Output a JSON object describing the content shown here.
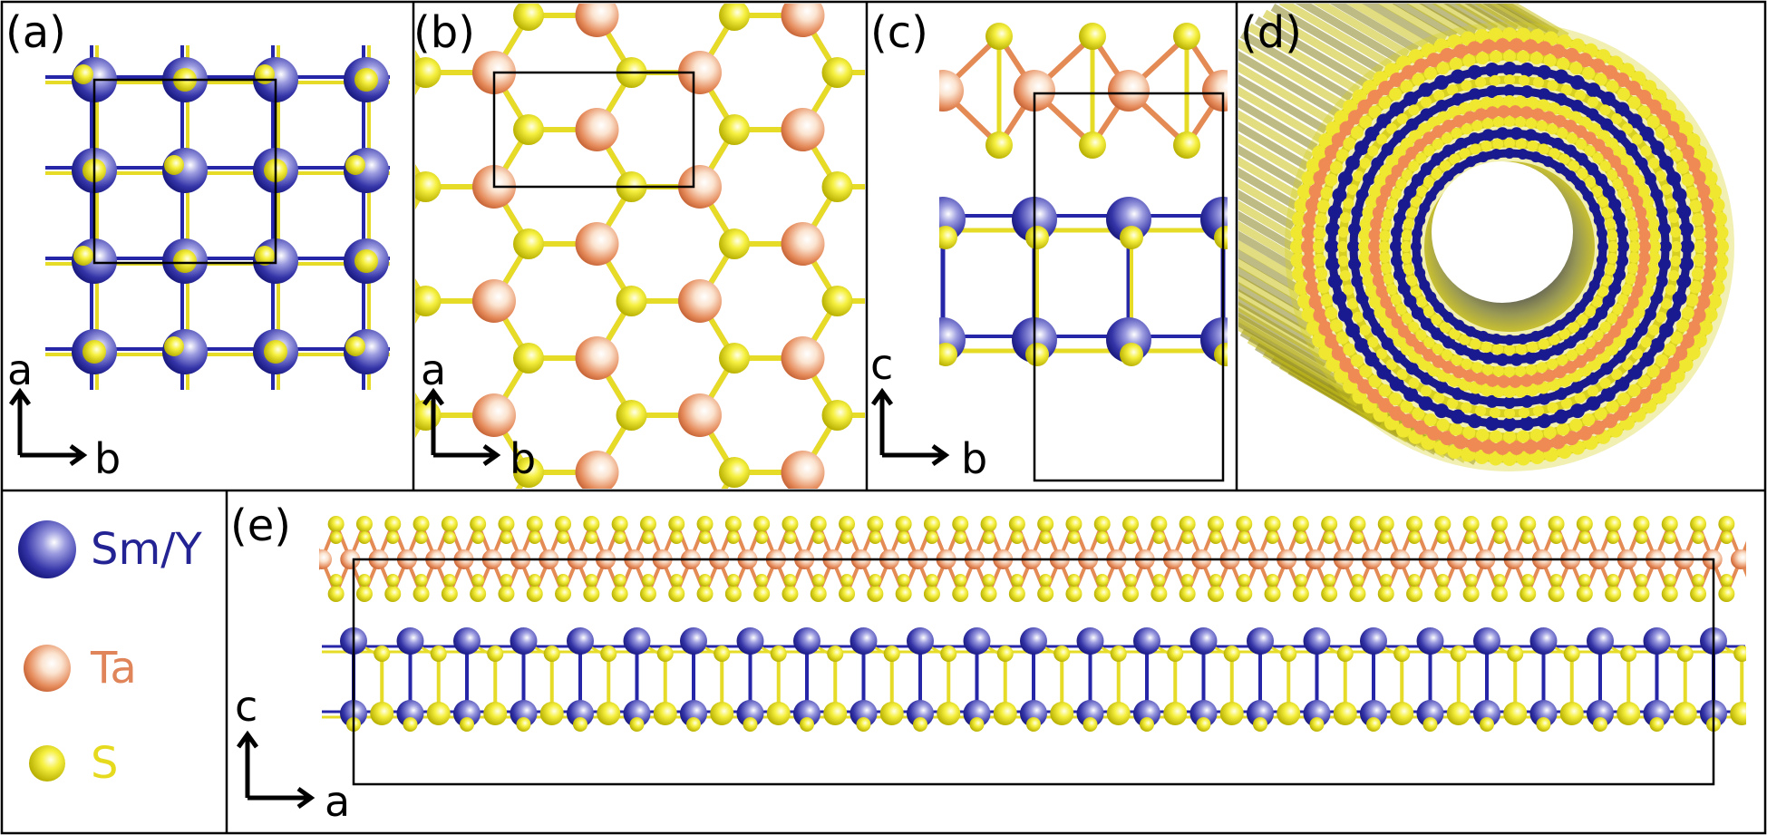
{
  "panels": {
    "a": {
      "label": "(a)",
      "axis_vertical": "a",
      "axis_horizontal": "b"
    },
    "b": {
      "label": "(b)",
      "axis_vertical": "a",
      "axis_horizontal": "b"
    },
    "c": {
      "label": "(c)",
      "axis_vertical": "c",
      "axis_horizontal": "b"
    },
    "d": {
      "label": "(d)"
    },
    "e": {
      "label": "(e)",
      "axis_vertical": "c",
      "axis_horizontal": "a"
    }
  },
  "legend": [
    {
      "label": "Sm/Y",
      "atom": "sm_y",
      "text_color": "#232394"
    },
    {
      "label": "Ta",
      "atom": "ta",
      "text_color": "#e0855a"
    },
    {
      "label": "S",
      "atom": "s",
      "text_color": "#e6da1e"
    }
  ],
  "colors": {
    "sm_y": "#27279c",
    "ta": "#e8875a",
    "s": "#e6e020",
    "bond_sm_y": "#2626a8",
    "bond_ta": "#e48a55",
    "bond_s": "#e6dc28",
    "frame": "#000000"
  }
}
